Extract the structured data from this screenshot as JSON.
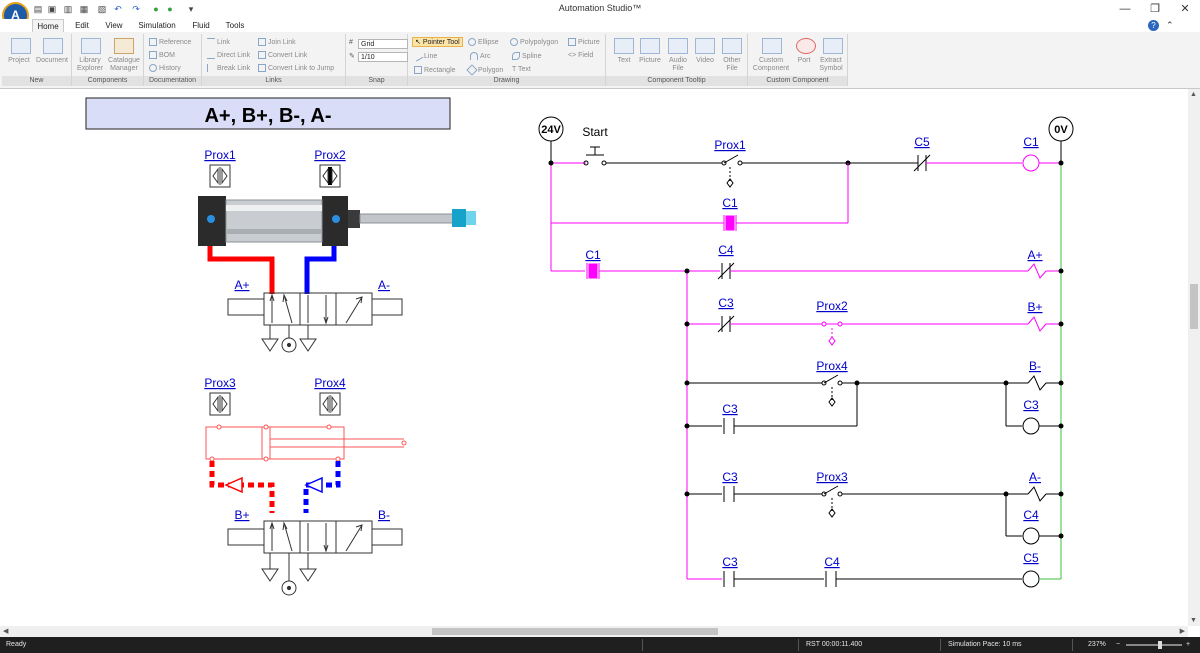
{
  "app": {
    "title": "Automation Studio™",
    "logo_letter": "A",
    "qat_icons": [
      "new-file-icon",
      "save-icon",
      "open-icon",
      "undo-icon",
      "redo-icon",
      "play-icon",
      "stop-icon"
    ],
    "window_controls": {
      "minimize": "—",
      "restore": "❐",
      "close": "✕",
      "help": "?",
      "collapse": "⌃"
    }
  },
  "tabs": [
    {
      "label": "Home",
      "active": true
    },
    {
      "label": "Edit"
    },
    {
      "label": "View"
    },
    {
      "label": "Simulation"
    },
    {
      "label": "Fluid"
    },
    {
      "label": "Tools"
    }
  ],
  "ribbon": {
    "groups": {
      "new": "New",
      "components": "Components",
      "documentation": "Documentation",
      "links": "Links",
      "snap": "Snap",
      "drawing": "Drawing",
      "tooltip": "Component Tooltip",
      "custom": "Custom Component"
    },
    "new": {
      "project": "Project",
      "document": "Document"
    },
    "components": {
      "library": "Library",
      "library2": "Explorer",
      "catalogue": "Catalogue",
      "catalogue2": "Manager"
    },
    "documentation": {
      "reference": "Reference",
      "bom": "BOM",
      "history": "History"
    },
    "links": {
      "link": "Link",
      "direct": "Direct Link",
      "break": "Break Link",
      "join": "Join Link",
      "convert": "Convert Link",
      "convert_jump": "Convert Link to Jump"
    },
    "snap": {
      "grid": "Grid",
      "ratio": "1/10"
    },
    "drawing": {
      "pointer": "Pointer Tool",
      "ellipse": "Ellipse",
      "polypolygon": "Polypolygon",
      "picture": "Picture",
      "line": "Line",
      "arc": "Arc",
      "spline": "Spline",
      "field": "Field",
      "rectangle": "Rectangle",
      "polygon": "Polygon",
      "text": "Text"
    },
    "tooltip": {
      "text": "Text",
      "picture": "Picture",
      "audio": "Audio",
      "audio2": "File",
      "video": "Video",
      "other": "Other",
      "other2": "File"
    },
    "custom": {
      "component": "Custom",
      "component2": "Component",
      "port": "Port",
      "extract": "Extract",
      "extract2": "Symbol"
    }
  },
  "diagram": {
    "sequence_title": "A+, B+, B-, A-",
    "cyl1_sensors": [
      "Prox1",
      "Prox2"
    ],
    "valve1_labels": [
      "A+",
      "A-"
    ],
    "cyl2_sensors": [
      "Prox3",
      "Prox4"
    ],
    "valve2_labels": [
      "B+",
      "B-"
    ],
    "ladder": {
      "supply": "24V",
      "ground": "0V",
      "start": "Start",
      "rung1": {
        "contact": "Prox1",
        "contact2": "C5",
        "coil": "C1",
        "hold": "C1"
      },
      "rung2": {
        "contact1": "C1",
        "contact2": "C4",
        "output": "A+"
      },
      "rung3": {
        "contact1": "C3",
        "contact2": "Prox2",
        "output": "B+"
      },
      "rung4": {
        "contact1": "Prox4",
        "output": "B-",
        "contact2": "C3",
        "coil": "C3"
      },
      "rung5": {
        "contact1": "C3",
        "contact2": "Prox3",
        "output": "A-",
        "coil": "C4"
      },
      "rung6": {
        "contact1": "C3",
        "contact2": "C4",
        "coil": "C5"
      }
    }
  },
  "status": {
    "ready": "Ready",
    "rst": "RST 00:00:11.400",
    "pace": "Simulation Pace: 10 ms",
    "zoom": "237%",
    "zoom_minus": "−",
    "zoom_plus": "+"
  },
  "colors": {
    "energized": "#ff00ff",
    "link_green": "#3cbf3c",
    "pressure": "#ff0000",
    "exhaust": "#0000ff",
    "label_blue": "#0000cc",
    "title_box": "#d9ddf7"
  }
}
